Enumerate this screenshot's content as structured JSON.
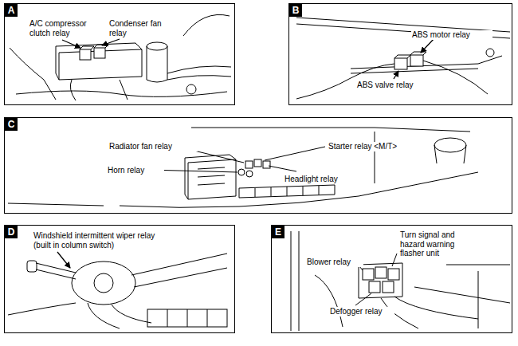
{
  "diagram": {
    "nodes": [
      {
        "text": [
          "A",
          "A/C compressor clutch relay",
          "Condenser fan relay"
        ]
      },
      {
        "text": [
          "B",
          "ABS motor relay",
          "ABS valve relay"
        ]
      },
      {
        "text": [
          "C",
          "Radiator fan relay",
          "Starter relay <M/T>",
          "Horn relay",
          "Headlight relay"
        ]
      },
      {
        "text": [
          "D",
          "Windshield intermittent wiper relay (built in column switch)"
        ]
      },
      {
        "text": [
          "E",
          "Turn signal and hazard warning flasher unit",
          "Blower relay",
          "Defogger relay"
        ]
      }
    ]
  }
}
